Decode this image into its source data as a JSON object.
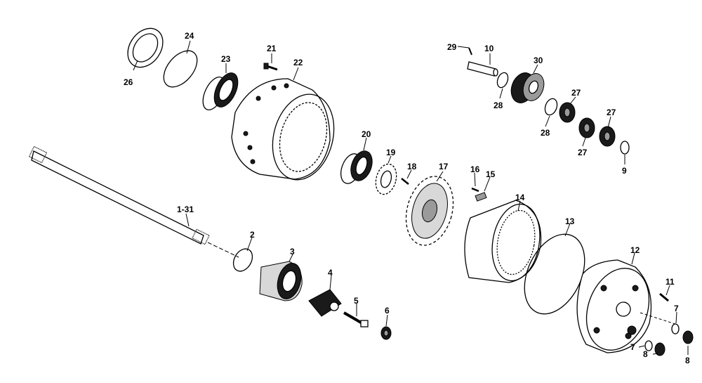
{
  "diagram": {
    "callouts": [
      {
        "id": "c26",
        "label": "26"
      },
      {
        "id": "c24",
        "label": "24"
      },
      {
        "id": "c23",
        "label": "23"
      },
      {
        "id": "c21",
        "label": "21"
      },
      {
        "id": "c22",
        "label": "22"
      },
      {
        "id": "c29",
        "label": "29"
      },
      {
        "id": "c10",
        "label": "10"
      },
      {
        "id": "c30",
        "label": "30"
      },
      {
        "id": "c28a",
        "label": "28"
      },
      {
        "id": "c27a",
        "label": "27"
      },
      {
        "id": "c28b",
        "label": "28"
      },
      {
        "id": "c27b",
        "label": "27"
      },
      {
        "id": "c27c",
        "label": "27"
      },
      {
        "id": "c9",
        "label": "9"
      },
      {
        "id": "c20",
        "label": "20"
      },
      {
        "id": "c19",
        "label": "19"
      },
      {
        "id": "c18",
        "label": "18"
      },
      {
        "id": "c17",
        "label": "17"
      },
      {
        "id": "c16",
        "label": "16"
      },
      {
        "id": "c15",
        "label": "15"
      },
      {
        "id": "c14",
        "label": "14"
      },
      {
        "id": "c13",
        "label": "13"
      },
      {
        "id": "c12",
        "label": "12"
      },
      {
        "id": "c11",
        "label": "11"
      },
      {
        "id": "c7a",
        "label": "7"
      },
      {
        "id": "c7b",
        "label": "7"
      },
      {
        "id": "c8a",
        "label": "8"
      },
      {
        "id": "c8b",
        "label": "8"
      },
      {
        "id": "c131",
        "label": "1-31"
      },
      {
        "id": "c2",
        "label": "2"
      },
      {
        "id": "c3",
        "label": "3"
      },
      {
        "id": "c4",
        "label": "4"
      },
      {
        "id": "c5",
        "label": "5"
      },
      {
        "id": "c6",
        "label": "6"
      }
    ]
  }
}
